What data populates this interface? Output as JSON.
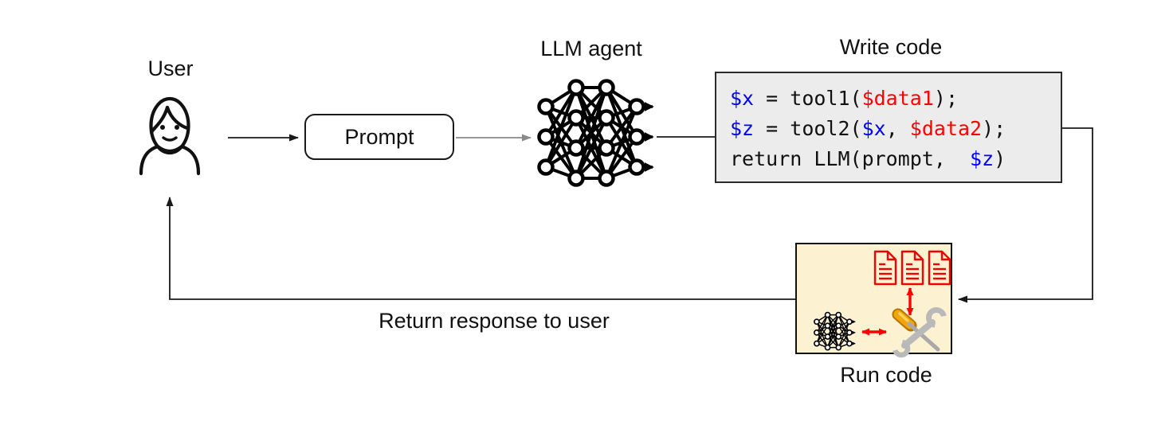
{
  "diagram": {
    "user": {
      "label": "User",
      "icon": "person-icon"
    },
    "prompt": {
      "label": "Prompt"
    },
    "llm_agent": {
      "label": "LLM agent",
      "icon": "neural-network-icon"
    },
    "write_code": {
      "label": "Write code",
      "code_lines": [
        {
          "segments": [
            {
              "text": "$x",
              "color": "blue"
            },
            {
              "text": " = tool1(",
              "color": "black"
            },
            {
              "text": "$data1",
              "color": "red"
            },
            {
              "text": ");",
              "color": "black"
            }
          ]
        },
        {
          "segments": [
            {
              "text": "$z",
              "color": "blue"
            },
            {
              "text": " = tool2(",
              "color": "black"
            },
            {
              "text": "$x",
              "color": "blue"
            },
            {
              "text": ", ",
              "color": "black"
            },
            {
              "text": "$data2",
              "color": "red"
            },
            {
              "text": ");",
              "color": "black"
            }
          ]
        },
        {
          "segments": [
            {
              "text": "return LLM(prompt,  ",
              "color": "black"
            },
            {
              "text": "$z",
              "color": "blue"
            },
            {
              "text": ")",
              "color": "black"
            }
          ]
        }
      ]
    },
    "run_code": {
      "label": "Run code",
      "icons": [
        "neural-network-icon",
        "tools-icon",
        "document-icon",
        "document-icon",
        "document-icon"
      ]
    },
    "return_edge": {
      "label": "Return response to user"
    },
    "flow": [
      "user -> prompt",
      "prompt -> llm_agent",
      "llm_agent -> write_code",
      "write_code -> run_code",
      "run_code -> user (return response)"
    ]
  },
  "colors": {
    "code_variable_blue": "#0000ff",
    "code_data_red": "#ff0000",
    "code_box_bg": "#ececec",
    "run_box_bg": "#fcf2d2",
    "doc_icon_red": "#f40000",
    "red_arrow": "#ff0000",
    "arrow_black": "#1a1a1a",
    "arrow_gray": "#8a8a8a"
  }
}
